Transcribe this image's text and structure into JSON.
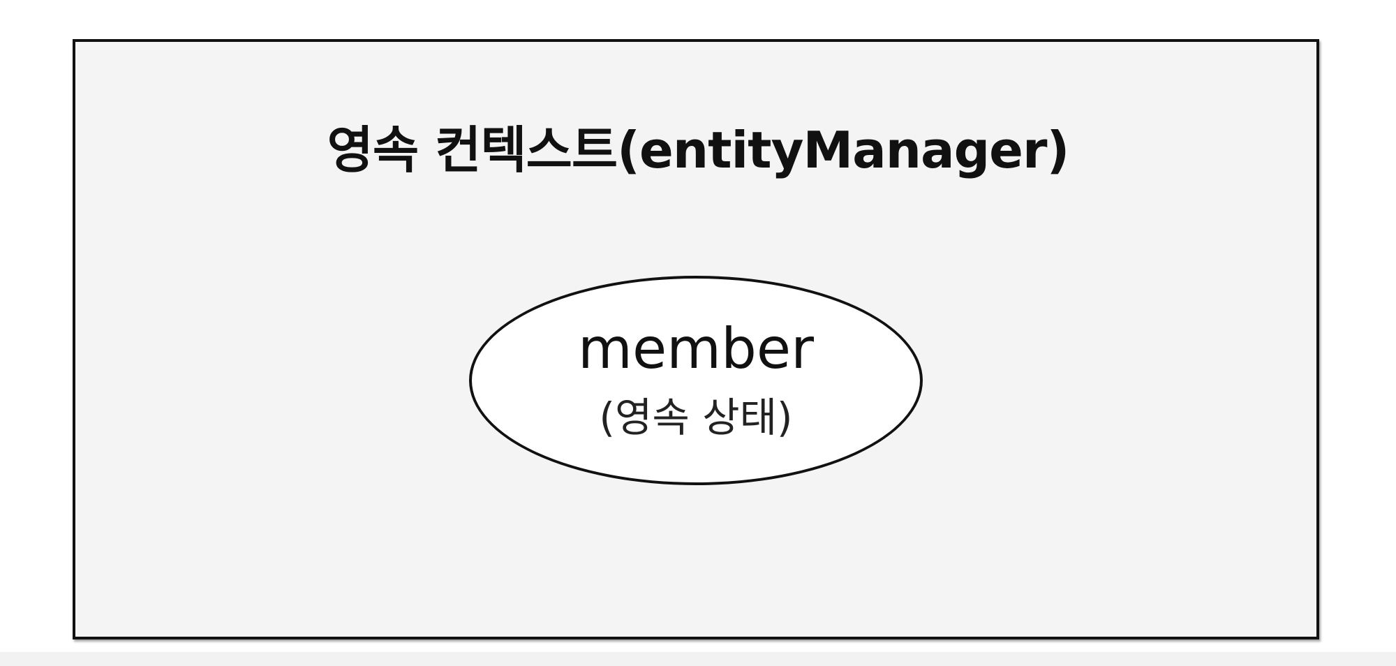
{
  "diagram": {
    "context_title": "영속 컨텍스트(entityManager)",
    "entity": {
      "name": "member",
      "state": "(영속 상태)"
    }
  }
}
